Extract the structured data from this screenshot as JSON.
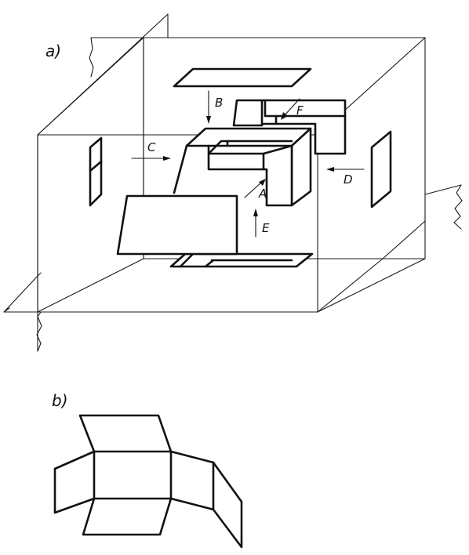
{
  "figure": {
    "part_labels": {
      "a": "a)",
      "b": "b)"
    },
    "view_labels": {
      "A": "A",
      "B": "B",
      "C": "C",
      "D": "D",
      "E": "E",
      "F": "F"
    }
  }
}
